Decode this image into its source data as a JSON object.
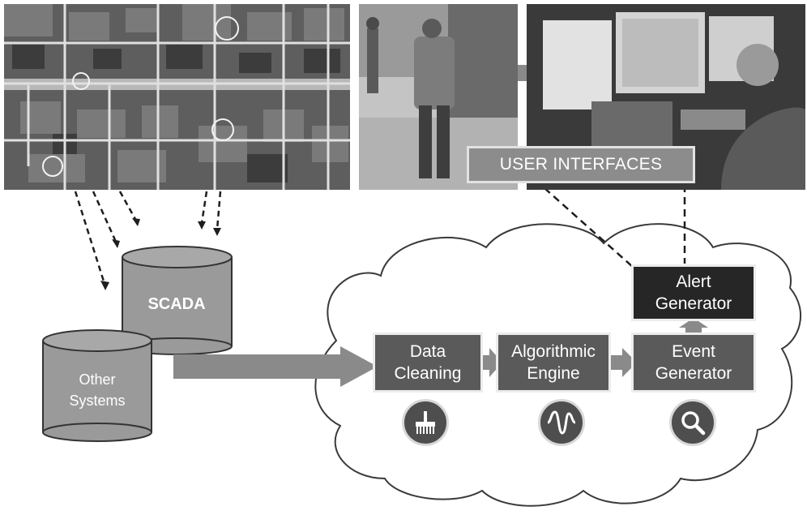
{
  "user_interfaces_label": "USER INTERFACES",
  "systems": {
    "scada": "SCADA",
    "other_line1": "Other",
    "other_line2": "Systems"
  },
  "pipeline": {
    "data_cleaning": [
      "Data",
      "Cleaning"
    ],
    "algorithmic_engine": [
      "Algorithmic",
      "Engine"
    ],
    "event_generator": [
      "Event",
      "Generator"
    ],
    "alert_generator": [
      "Alert",
      "Generator"
    ]
  },
  "icons": [
    "broom-icon",
    "waveform-icon",
    "magnifier-icon"
  ],
  "colors": {
    "box_fill": "#5a5a5a",
    "alert_fill": "#262626",
    "arrow": "#8a8a8a",
    "cylinder": "#9a9a9a",
    "cloud_stroke": "#3a3a3a"
  }
}
